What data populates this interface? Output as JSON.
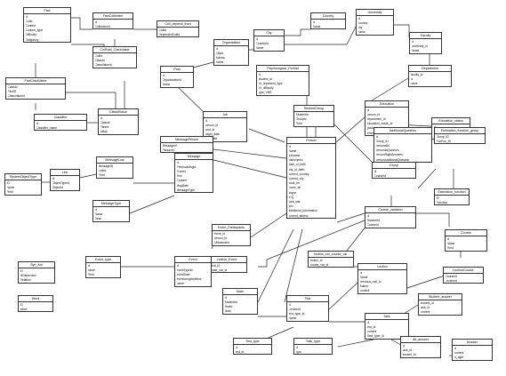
{
  "line_color": "#222222",
  "entities": [
    {
      "title": "Fact",
      "fields": [
        "id",
        "CutId",
        "Content",
        "Content_type",
        "Difficulty",
        "Obligatory"
      ]
    },
    {
      "title": "FactCollection",
      "fields": [
        "Id",
        "CollectionId"
      ]
    },
    {
      "title": "Coll_depend_from",
      "fields": [
        "CollId",
        "DependedCollId"
      ]
    },
    {
      "title": "Country",
      "fields": [
        "id",
        "Name"
      ]
    },
    {
      "title": "University",
      "fields": [
        "id",
        "country",
        "city",
        "name"
      ]
    },
    {
      "title": "City",
      "fields": [
        "id",
        "CountryId",
        "Name"
      ]
    },
    {
      "title": "Faculty",
      "fields": [
        "id",
        "university_id",
        "Name"
      ]
    },
    {
      "title": "CollFact_ClassValue",
      "fields": [
        "CollId",
        "ClassId",
        "ClassValueId"
      ]
    },
    {
      "title": "Organization",
      "fields": [
        "id",
        "CityId",
        "Adress",
        "Name"
      ]
    },
    {
      "title": "FactClassValue",
      "fields": [
        "ClassId",
        "FactID",
        "ClassValueId"
      ]
    },
    {
      "title": "Post",
      "fields": [
        "id",
        "OrganizationId",
        "Name"
      ]
    },
    {
      "title": "Psychological_Portrait",
      "fields": [
        "id",
        "student_id",
        "inf_represent_type",
        "inf_difficulty",
        "type_VNS"
      ]
    },
    {
      "title": "Department",
      "fields": [
        "faculty_id",
        "id",
        "name"
      ]
    },
    {
      "title": "Education",
      "fields": [
        "id",
        "person_id",
        "department_id",
        "education_mode_id",
        "graduate_date",
        "enter_date"
      ]
    },
    {
      "title": "Classifier",
      "fields": [
        "id",
        "Classifier_name"
      ]
    },
    {
      "title": "ClassifValue",
      "fields": [
        "id",
        "ClassId",
        "Parent",
        "Value"
      ]
    },
    {
      "title": "Job",
      "fields": [
        "id",
        "person_id",
        "post_id",
        "begin_date",
        "end_date"
      ]
    },
    {
      "title": "StudentGroup",
      "fields": [
        "StudentId",
        "GroupId",
        "Field"
      ]
    },
    {
      "title": "Education_status",
      "fields": [
        "id",
        "mode",
        "Name"
      ]
    },
    {
      "title": "MessagePerson",
      "fields": [
        "MessageId",
        "PersonId"
      ]
    },
    {
      "title": "AdditionalQuestion",
      "fields": [
        "id",
        "Group_ID",
        "personalId",
        "personIdQuestion",
        "personRightAnswers",
        "personAdditionalQuestion"
      ]
    },
    {
      "title": "Person",
      "fields": [
        "id",
        "Name",
        "surname",
        "patronymic",
        "date_of_birth",
        "city_of_birth",
        "current_country",
        "current_city",
        "work_tel",
        "home_tel",
        "skype",
        "ICQ",
        "web_site",
        "sex",
        "additional_information",
        "current_adress"
      ]
    },
    {
      "title": "SystemObjectType",
      "fields": [
        "ID",
        "Name",
        "Field"
      ]
    },
    {
      "title": "Estimation_function_group",
      "fields": [
        "Group_ID",
        "FunFun_ID"
      ]
    },
    {
      "title": "Link",
      "fields": [
        "Id",
        "ObjectTypeId",
        "ObjectId"
      ]
    },
    {
      "title": "Message",
      "fields": [
        "id",
        "PreviousMsgId",
        "FromId",
        "Text",
        "Content",
        "MsgDate",
        "MessageType"
      ]
    },
    {
      "title": "MessageLink",
      "fields": [
        "MessageID",
        "LinkId",
        "Field"
      ]
    },
    {
      "title": "Group",
      "fields": [
        "Id",
        "CourseId"
      ]
    },
    {
      "title": "Estimation_function",
      "fields": [
        "ID",
        "Function"
      ]
    },
    {
      "title": "Event_Participants",
      "fields": [
        "event_id",
        "person_id",
        "isModerator"
      ]
    },
    {
      "title": "MessageType",
      "fields": [
        "id",
        "Name",
        "Desc"
      ]
    },
    {
      "title": "Course_variation",
      "fields": [
        "id",
        "TeacherId",
        "CourseId"
      ]
    },
    {
      "title": "Course",
      "fields": [
        "Id",
        "Name",
        "Field"
      ]
    },
    {
      "title": "Syn_Ant",
      "fields": [
        "ID",
        "IdDepended",
        "Relation"
      ]
    },
    {
      "title": "Lection_Event",
      "fields": [
        "event_id",
        "course_var_id"
      ]
    },
    {
      "title": "lection_var_course_var",
      "fields": [
        "lection_id",
        "course_var_id"
      ]
    },
    {
      "title": "LectionCourse",
      "fields": [
        "CourseId",
        "LectionId"
      ]
    },
    {
      "title": "Event_type",
      "fields": [
        "id",
        "name",
        "Field"
      ]
    },
    {
      "title": "Event",
      "fields": [
        "id",
        "eventTypeId",
        "eventDate",
        "eventLengthInMins",
        "name"
      ]
    },
    {
      "title": "Lection",
      "fields": [
        "id",
        "Name",
        "previous_vari_id",
        "Author",
        "content"
      ]
    },
    {
      "title": "Word",
      "fields": [
        "ID",
        "Word"
      ]
    },
    {
      "title": "Mark",
      "fields": [
        "id",
        "StudentId",
        "TestId",
        "Mark"
      ]
    },
    {
      "title": "Test",
      "fields": [
        "id",
        "LectionId",
        "test_type_id",
        "Name"
      ]
    },
    {
      "title": "Student_answer",
      "fields": [
        "student_id",
        "task_id",
        "content"
      ]
    },
    {
      "title": "Task",
      "fields": [
        "id",
        "test_id",
        "content",
        "Task_type_id"
      ]
    },
    {
      "title": "Test_type",
      "fields": [
        "id",
        "test_id"
      ]
    },
    {
      "title": "Task_type",
      "fields": [
        "id",
        "type"
      ]
    },
    {
      "title": "Alt_answer",
      "fields": [
        "id",
        "task_id",
        "answer_id"
      ]
    },
    {
      "title": "Answer",
      "fields": [
        "id",
        "content",
        "is_right"
      ]
    }
  ]
}
